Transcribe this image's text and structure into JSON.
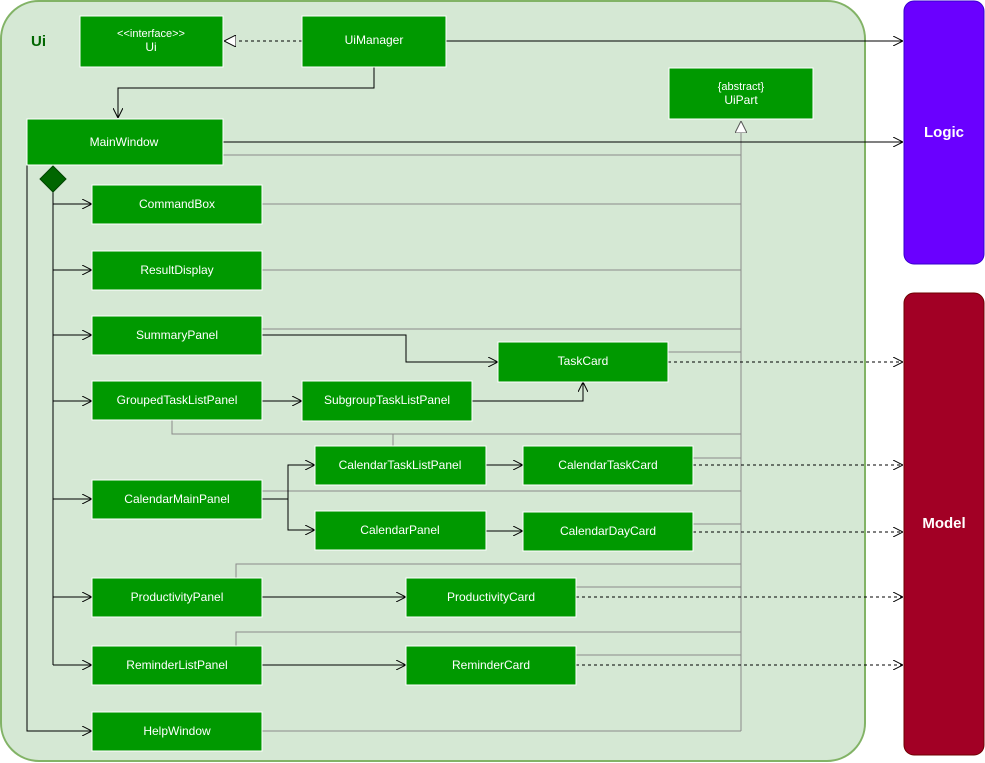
{
  "colors": {
    "ui_frame_fill": "#d5e8d4",
    "ui_frame_stroke": "#82b366",
    "class_box": "#009900",
    "logic": "#6a00ff",
    "model": "#a20025"
  },
  "frame": {
    "label": "Ui"
  },
  "external": {
    "logic": "Logic",
    "model": "Model"
  },
  "classes": {
    "ui_stereotype": "<<interface>>",
    "ui": "Ui",
    "uimanager": "UiManager",
    "uipart_stereotype": "{abstract}",
    "uipart": "UiPart",
    "mainwindow": "MainWindow",
    "commandbox": "CommandBox",
    "resultdisplay": "ResultDisplay",
    "summarypanel": "SummaryPanel",
    "taskcard": "TaskCard",
    "groupedtasklistpanel": "GroupedTaskListPanel",
    "subgrouptasklistpanel": "SubgroupTaskListPanel",
    "calendartasklistpanel": "CalendarTaskListPanel",
    "calendartaskcard": "CalendarTaskCard",
    "calendarmainpanel": "CalendarMainPanel",
    "calendarpanel": "CalendarPanel",
    "calendardaycard": "CalendarDayCard",
    "productivitypanel": "ProductivityPanel",
    "productivitycard": "ProductivityCard",
    "reminderlistpanel": "ReminderListPanel",
    "remindercard": "ReminderCard",
    "helpwindow": "HelpWindow"
  }
}
